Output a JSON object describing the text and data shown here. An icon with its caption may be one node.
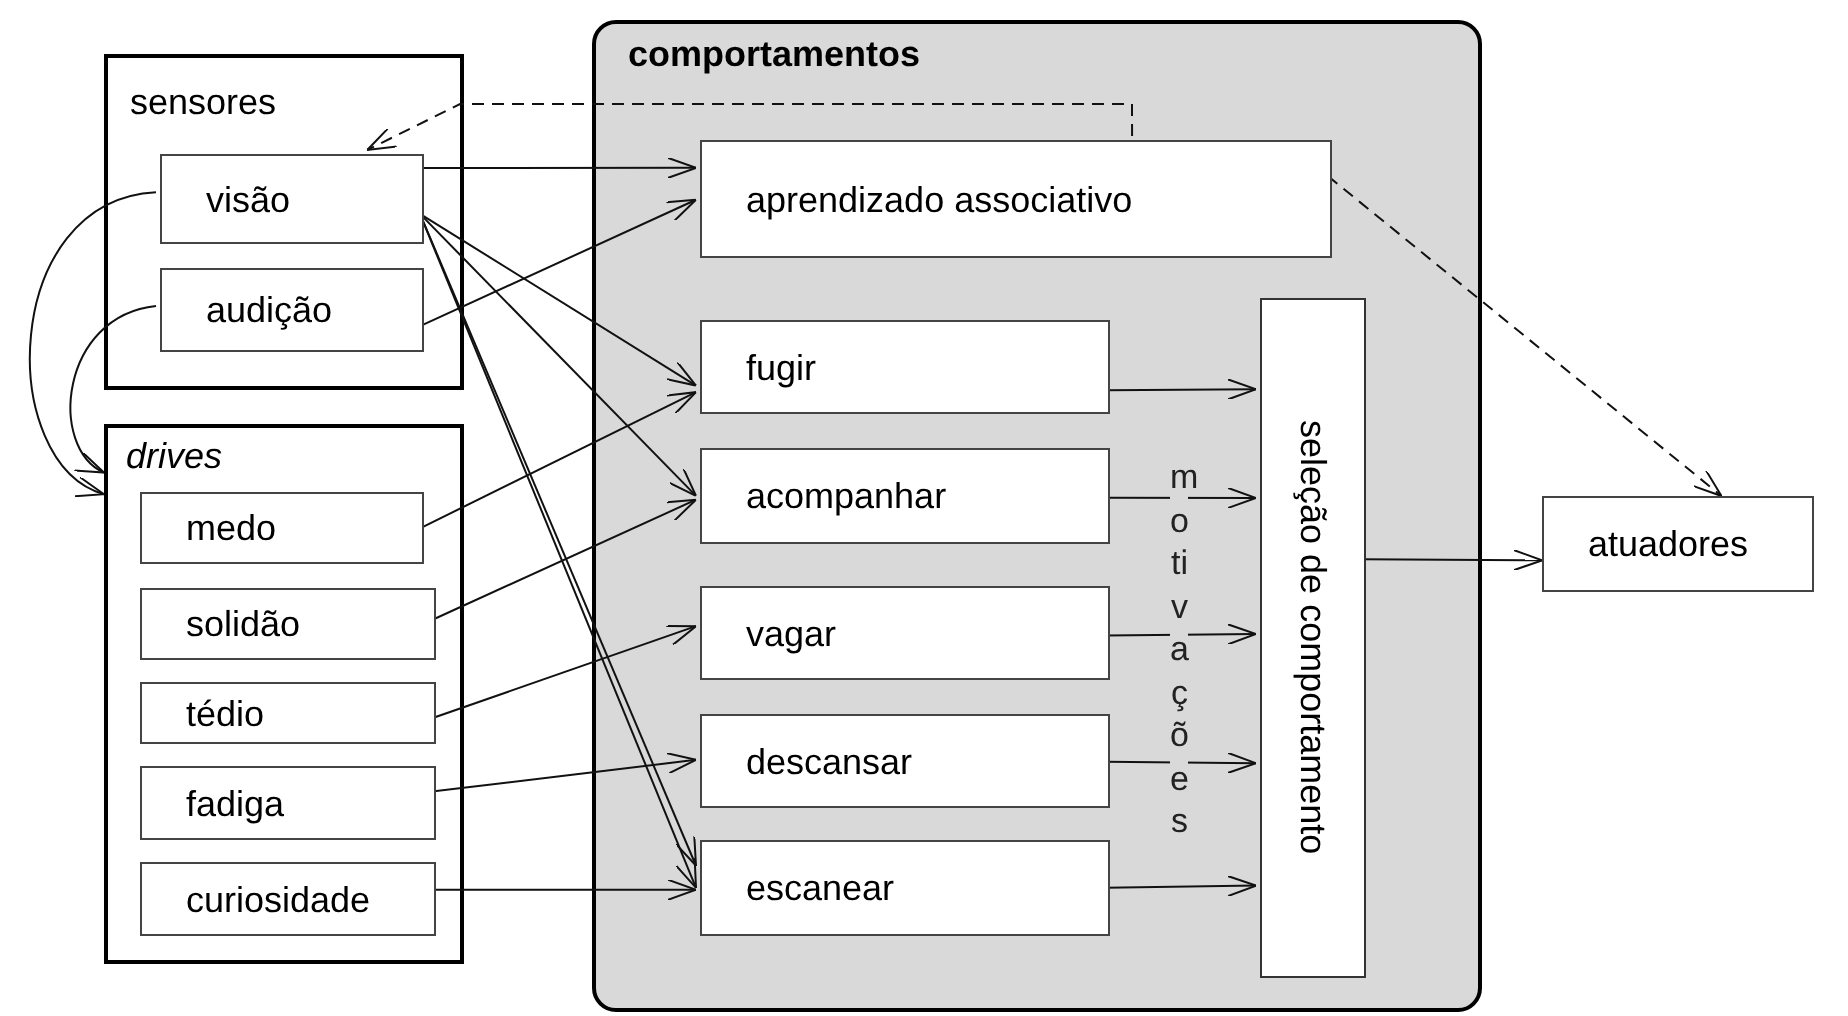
{
  "diagram": {
    "nodes": [
      {
        "text": [
          "sensores"
        ]
      },
      {
        "text": [
          "visão"
        ],
        "in": 0
      },
      {
        "text": [
          "audição"
        ],
        "in": 0
      },
      {
        "text": [
          "drives"
        ]
      },
      {
        "text": [
          "medo"
        ],
        "in": 3
      },
      {
        "text": [
          "solidão"
        ],
        "in": 3
      },
      {
        "text": [
          "tédio"
        ],
        "in": 3
      },
      {
        "text": [
          "fadiga"
        ],
        "in": 3
      },
      {
        "text": [
          "curiosidade"
        ],
        "in": 3
      },
      {
        "text": [
          "comportamentos"
        ]
      },
      {
        "text": [
          "aprendizado associativo"
        ],
        "in": 9
      },
      {
        "text": [
          "fugir"
        ],
        "in": 9
      },
      {
        "text": [
          "acompanhar"
        ],
        "in": 9
      },
      {
        "text": [
          "vagar"
        ],
        "in": 9
      },
      {
        "text": [
          "descansar"
        ],
        "in": 9
      },
      {
        "text": [
          "escanear"
        ],
        "in": 9
      },
      {
        "text": [
          "seleção de comportamento"
        ],
        "in": 9
      },
      {
        "text": [
          "atuadores"
        ]
      }
    ],
    "edges": [
      {
        "from": 1,
        "to": 10,
        "arrow": "to"
      },
      {
        "from": 2,
        "to": 10,
        "arrow": "to"
      },
      {
        "from": 1,
        "to": 11,
        "arrow": "to"
      },
      {
        "from": 1,
        "to": 12,
        "arrow": "to"
      },
      {
        "from": 1,
        "to": 15,
        "arrow": "to"
      },
      {
        "from": 1,
        "to": 15,
        "arrow": "to"
      },
      {
        "from": 4,
        "to": 11,
        "arrow": "to"
      },
      {
        "from": 5,
        "to": 12,
        "arrow": "to"
      },
      {
        "from": 6,
        "to": 13,
        "arrow": "to"
      },
      {
        "from": 7,
        "to": 14,
        "arrow": "to"
      },
      {
        "from": 8,
        "to": 15,
        "arrow": "to"
      },
      {
        "from": 11,
        "to": 16,
        "arrow": "to"
      },
      {
        "from": 12,
        "to": 16,
        "arrow": "to"
      },
      {
        "from": 13,
        "to": 16,
        "arrow": "to"
      },
      {
        "from": 14,
        "to": 16,
        "arrow": "to"
      },
      {
        "from": 15,
        "to": 16,
        "arrow": "to"
      },
      {
        "from": 16,
        "to": 17,
        "arrow": "to"
      },
      {
        "from": 10,
        "to": 1,
        "arrow": "to",
        "style": "dashed"
      },
      {
        "from": 10,
        "to": 17,
        "arrow": "to",
        "style": "dashed"
      },
      {
        "from": 1,
        "to": 3,
        "arrow": "to"
      },
      {
        "from": 2,
        "to": 3,
        "arrow": "to"
      }
    ],
    "labels": [
      "motivações"
    ]
  }
}
